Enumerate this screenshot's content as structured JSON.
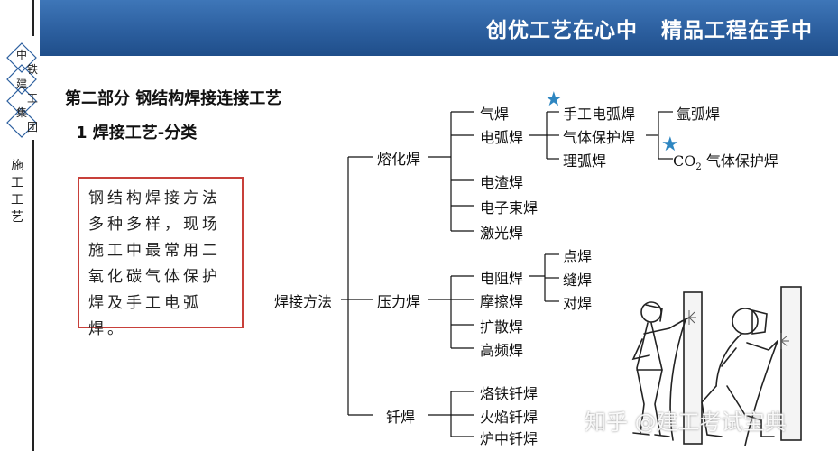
{
  "banner": {
    "slogan_1": "创优工艺在心中",
    "slogan_2": "精品工程在手中"
  },
  "logo": {
    "chars": [
      "中",
      "铁",
      "建",
      "工",
      "集",
      "团"
    ]
  },
  "side_title": "施工工艺",
  "section_title": "第二部分 钢结构焊接连接工艺",
  "sub_title": "1 焊接工艺-分类",
  "note": "钢结构焊接方法多种多样，现场施工中最常用二氧化碳气体保护焊及手工电弧焊。",
  "tree": {
    "root": "焊接方法",
    "fusion": {
      "label": "熔化焊",
      "items": [
        "气焊",
        "电弧焊",
        "电渣焊",
        "电子束焊",
        "激光焊"
      ],
      "arc_items": [
        "手工电弧焊",
        "气体保护焊",
        "理弧焊"
      ],
      "gas_items": [
        "氩弧焊",
        "CO",
        "2",
        "气体保护焊"
      ]
    },
    "pressure": {
      "label": "压力焊",
      "items": [
        "电阻焊",
        "摩擦焊",
        "扩散焊",
        "高频焊"
      ],
      "resistance_items": [
        "点焊",
        "缝焊",
        "对焊"
      ]
    },
    "brazing": {
      "label": "钎焊",
      "items": [
        "烙铁钎焊",
        "火焰钎焊",
        "炉中钎焊"
      ]
    }
  },
  "watermark": "知乎 @建工考试宝典",
  "colors": {
    "banner": "#2c5f9f",
    "note_border": "#c8403a",
    "star": "#2e86c1"
  },
  "icons": {
    "star": "star-icon"
  }
}
